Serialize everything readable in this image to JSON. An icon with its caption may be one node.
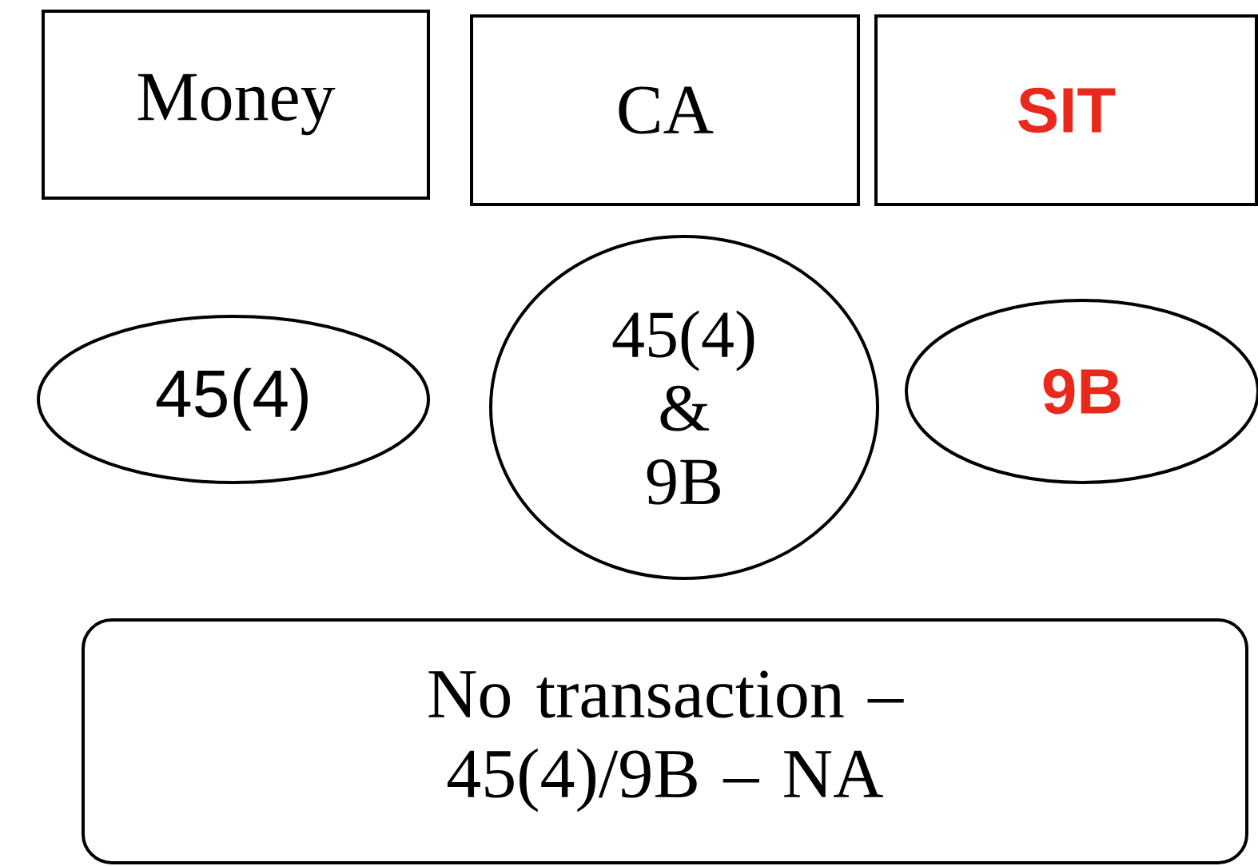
{
  "diagram": {
    "nodes": [
      {
        "text": [
          "Money"
        ]
      },
      {
        "text": [
          "CA"
        ]
      },
      {
        "text": [
          "SIT"
        ]
      },
      {
        "text": [
          "45(4)"
        ]
      },
      {
        "text": [
          "45(4) & 9B"
        ]
      },
      {
        "text": [
          "9B"
        ]
      },
      {
        "text": [
          "No transaction – 45(4)/9B – NA"
        ]
      }
    ]
  }
}
